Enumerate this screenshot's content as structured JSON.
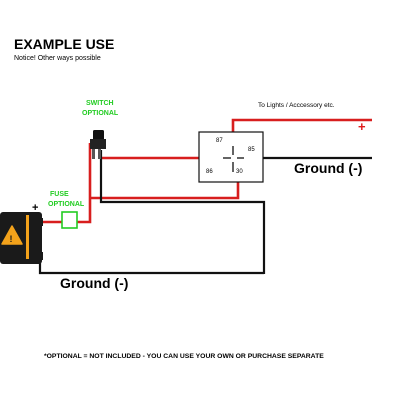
{
  "title": "EXAMPLE USE",
  "subtitle": "Notice! Other ways possible",
  "switch_label_1": "SWITCH",
  "switch_label_2": "OPTIONAL",
  "fuse_label_1": "FUSE",
  "fuse_label_2": "OPTIONAL",
  "lights_label": "To Lights / Acccessory etc.",
  "plus_sign": "+",
  "battery_plus": "+",
  "ground_label_right": "Ground (-)",
  "ground_label_bottom": "Ground (-)",
  "relay_pins": {
    "p87": "87",
    "p85": "85",
    "p86": "86",
    "p30": "30"
  },
  "footnote": "*OPTIONAL = NOT INCLUDED - YOU CAN USE YOUR OWN OR PURCHASE SEPARATE",
  "colors": {
    "wire_positive": "#d81e1e",
    "wire_ground": "#111111",
    "optional_label": "#22cc22",
    "battery_body": "#1a1a1a",
    "battery_warning": "#f3a21b"
  },
  "icons": {
    "battery": "battery-icon",
    "warning": "warning-triangle-icon",
    "switch": "toggle-switch-icon",
    "relay": "relay-icon",
    "fuse": "fuse-icon"
  }
}
